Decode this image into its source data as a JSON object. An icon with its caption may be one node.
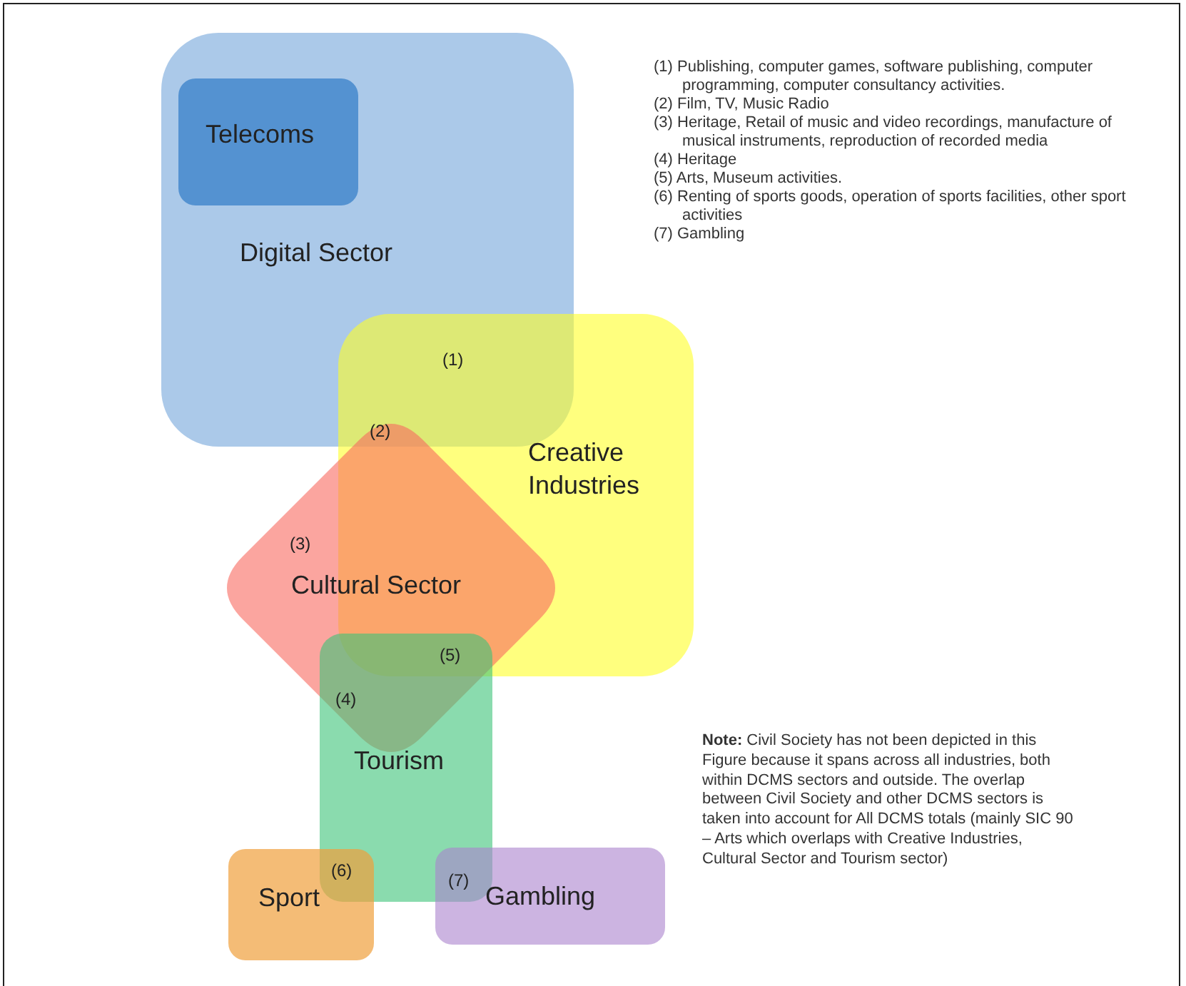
{
  "diagram": {
    "nodes": [
      {
        "text": [
          "Digital Sector"
        ]
      },
      {
        "text": [
          "Telecoms"
        ],
        "in": 0
      },
      {
        "text": [
          "Creative Industries"
        ]
      },
      {
        "text": [
          "Cultural Sector"
        ]
      },
      {
        "text": [
          "Tourism"
        ]
      },
      {
        "text": [
          "Sport"
        ]
      },
      {
        "text": [
          "Gambling"
        ]
      }
    ],
    "edges": [],
    "labels": [
      "(1) Publishing, computer games, software publishing, computer programming, computer consultancy activities.",
      "(2) Film, TV, Music Radio",
      "(3) Heritage, Retail of music and video recordings, manufacture of musical instruments, reproduction of recorded media",
      "(4) Heritage",
      "(5) Arts, Museum activities.",
      "(6) Renting of sports goods, operation of sports facilities, other sport activities",
      "(7) Gambling",
      "(1)",
      "(2)",
      "(3)",
      "(4)",
      "(5)",
      "(6)",
      "(7)",
      "**Note:** Civil Society has not been depicted in this Figure because it spans across all industries, both within DCMS sectors and outside. The overlap between Civil Society and other DCMS sectors is taken into account for All DCMS totals (mainly SIC 90 – Arts which overlaps with Creative Industries, Cultural Sector and Tourism sector)"
    ]
  }
}
